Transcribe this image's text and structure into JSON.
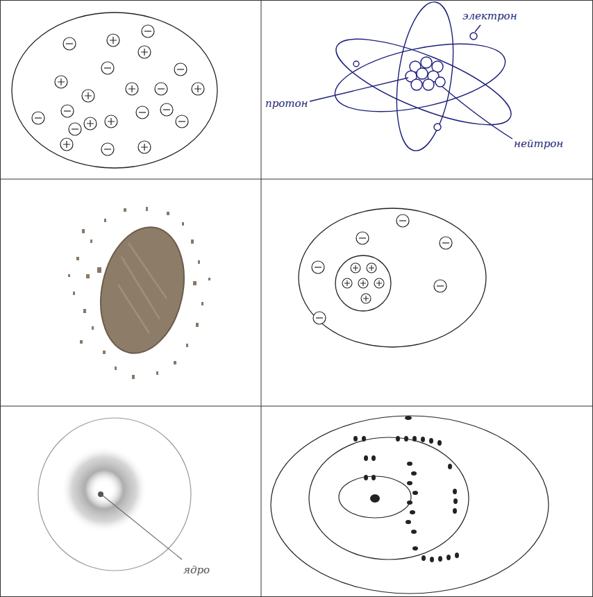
{
  "diagram": {
    "labels": [
      "электрон",
      "протон",
      "нейтрон",
      "ядро"
    ]
  }
}
